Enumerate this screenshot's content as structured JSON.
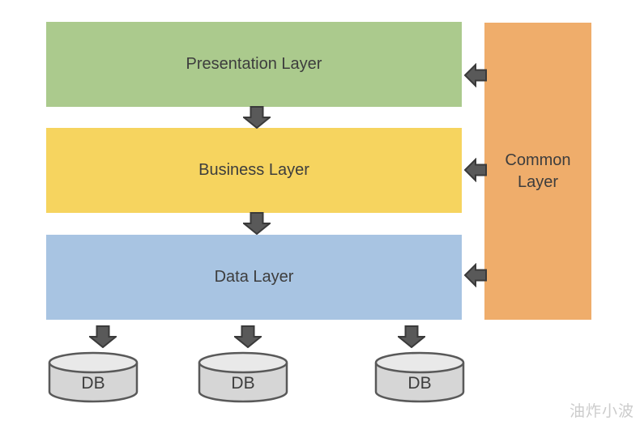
{
  "colors": {
    "presentation": "#ABCA8D",
    "business": "#F6D45F",
    "data": "#A8C4E2",
    "common": "#EFAD6B",
    "arrow_fill": "#595959",
    "arrow_stroke": "#3A3A3A",
    "db_body": "#D6D6D6",
    "db_top": "#E9E9E9",
    "db_stroke": "#595959",
    "label_text": "#3D3D3D",
    "watermark_text": "#CCCCCC"
  },
  "layers": [
    {
      "label": "Presentation Layer"
    },
    {
      "label": "Business Layer"
    },
    {
      "label": "Data Layer"
    }
  ],
  "common_layer": {
    "label": "Common Layer"
  },
  "databases": [
    {
      "label": "DB"
    },
    {
      "label": "DB"
    },
    {
      "label": "DB"
    }
  ],
  "watermark": "油炸小波"
}
